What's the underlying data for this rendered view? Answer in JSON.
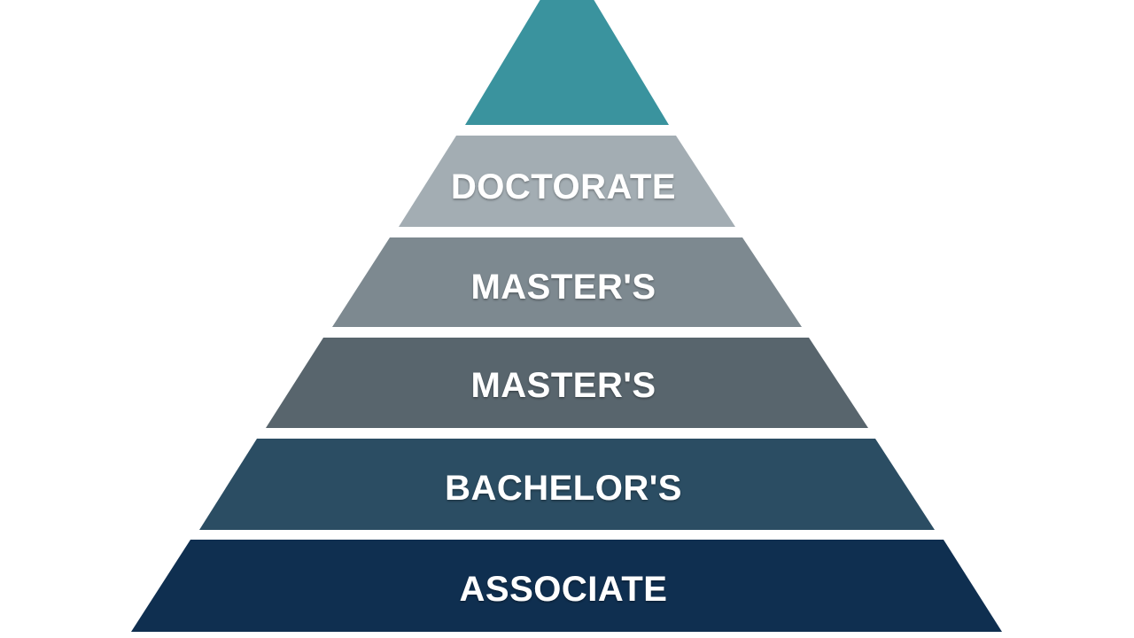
{
  "diagram": {
    "type": "pyramid",
    "apex": {
      "label": "",
      "color": "#3a939e"
    },
    "tiers": [
      {
        "label": "DOCTORATE",
        "color": "#a3adb3"
      },
      {
        "label": "MASTER'S",
        "color": "#7d8990"
      },
      {
        "label": "MASTER'S",
        "color": "#58656d"
      },
      {
        "label": "BACHELOR'S",
        "color": "#2b4d63"
      },
      {
        "label": "ASSOCIATE",
        "color": "#0f2f50"
      }
    ],
    "label_color": "#ffffff",
    "background": "#ffffff"
  }
}
